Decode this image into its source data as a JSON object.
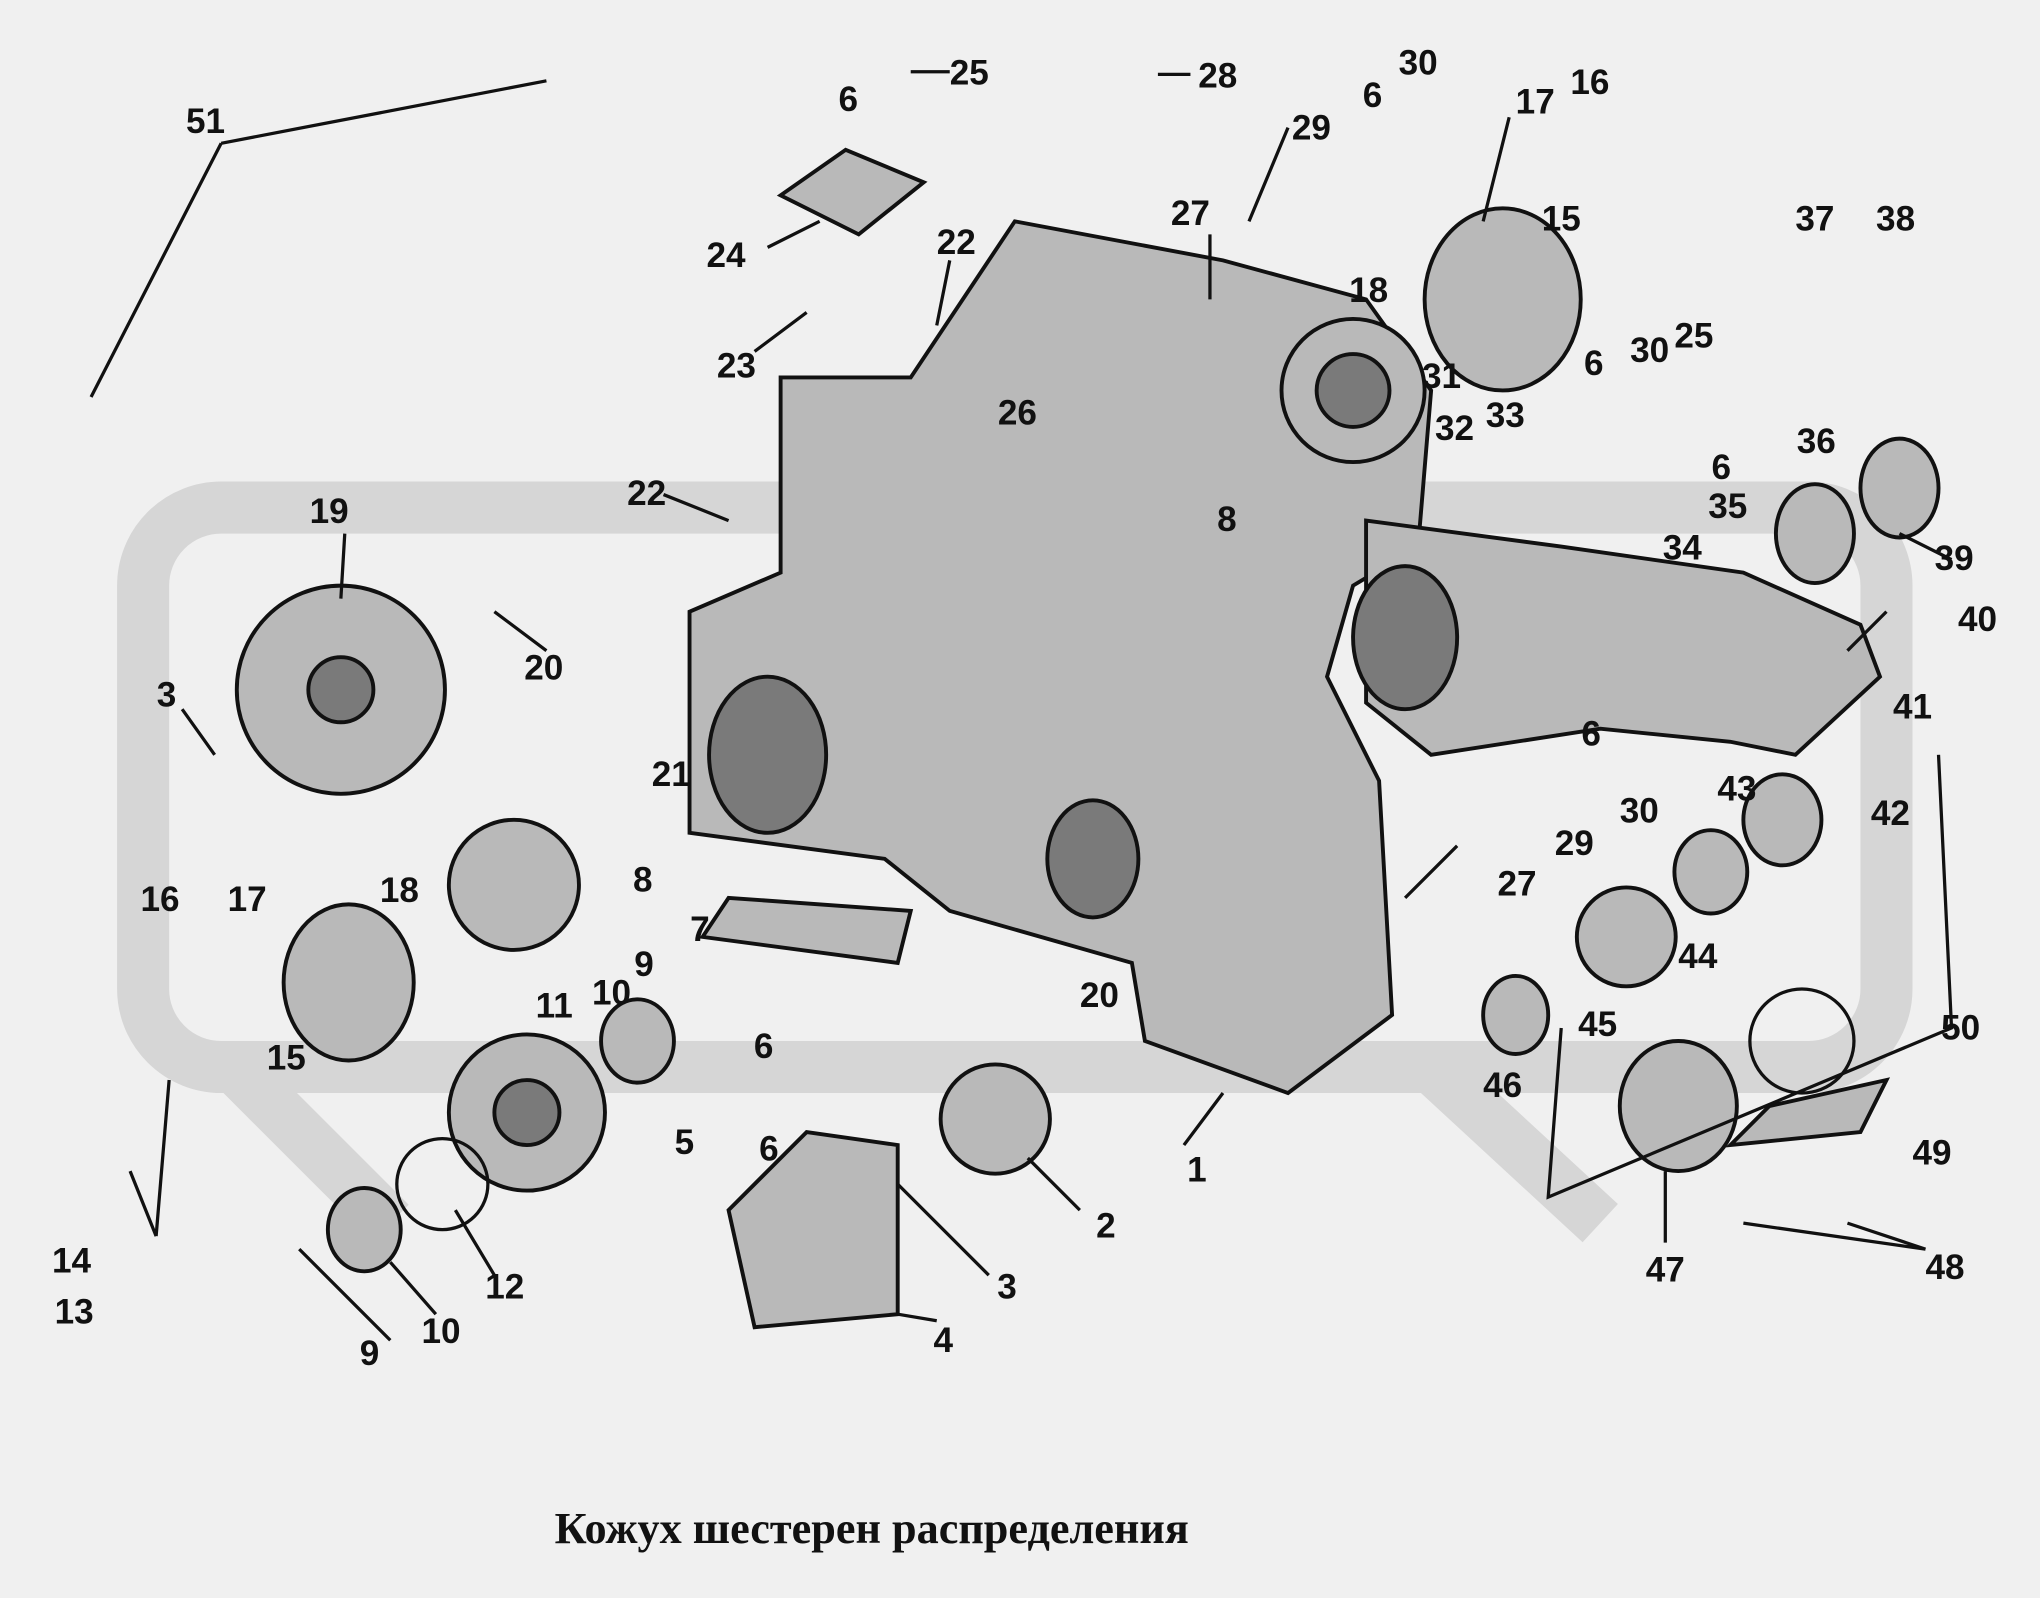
{
  "title": "Кожух шестерен распределения",
  "callouts": [
    "51",
    "25",
    "6",
    "28",
    "6",
    "30",
    "17",
    "16",
    "29",
    "27",
    "15",
    "24",
    "22",
    "18",
    "23",
    "26",
    "31",
    "25",
    "6",
    "30",
    "37",
    "38",
    "32",
    "33",
    "36",
    "6",
    "35",
    "22",
    "19",
    "8",
    "34",
    "39",
    "20",
    "40",
    "3",
    "6",
    "30",
    "41",
    "21",
    "29",
    "43",
    "42",
    "16",
    "17",
    "18",
    "8",
    "27",
    "7",
    "9",
    "10",
    "11",
    "44",
    "20",
    "45",
    "6",
    "15",
    "50",
    "5",
    "6",
    "46",
    "1",
    "49",
    "2",
    "14",
    "12",
    "3",
    "47",
    "48",
    "13",
    "10",
    "9",
    "4"
  ]
}
